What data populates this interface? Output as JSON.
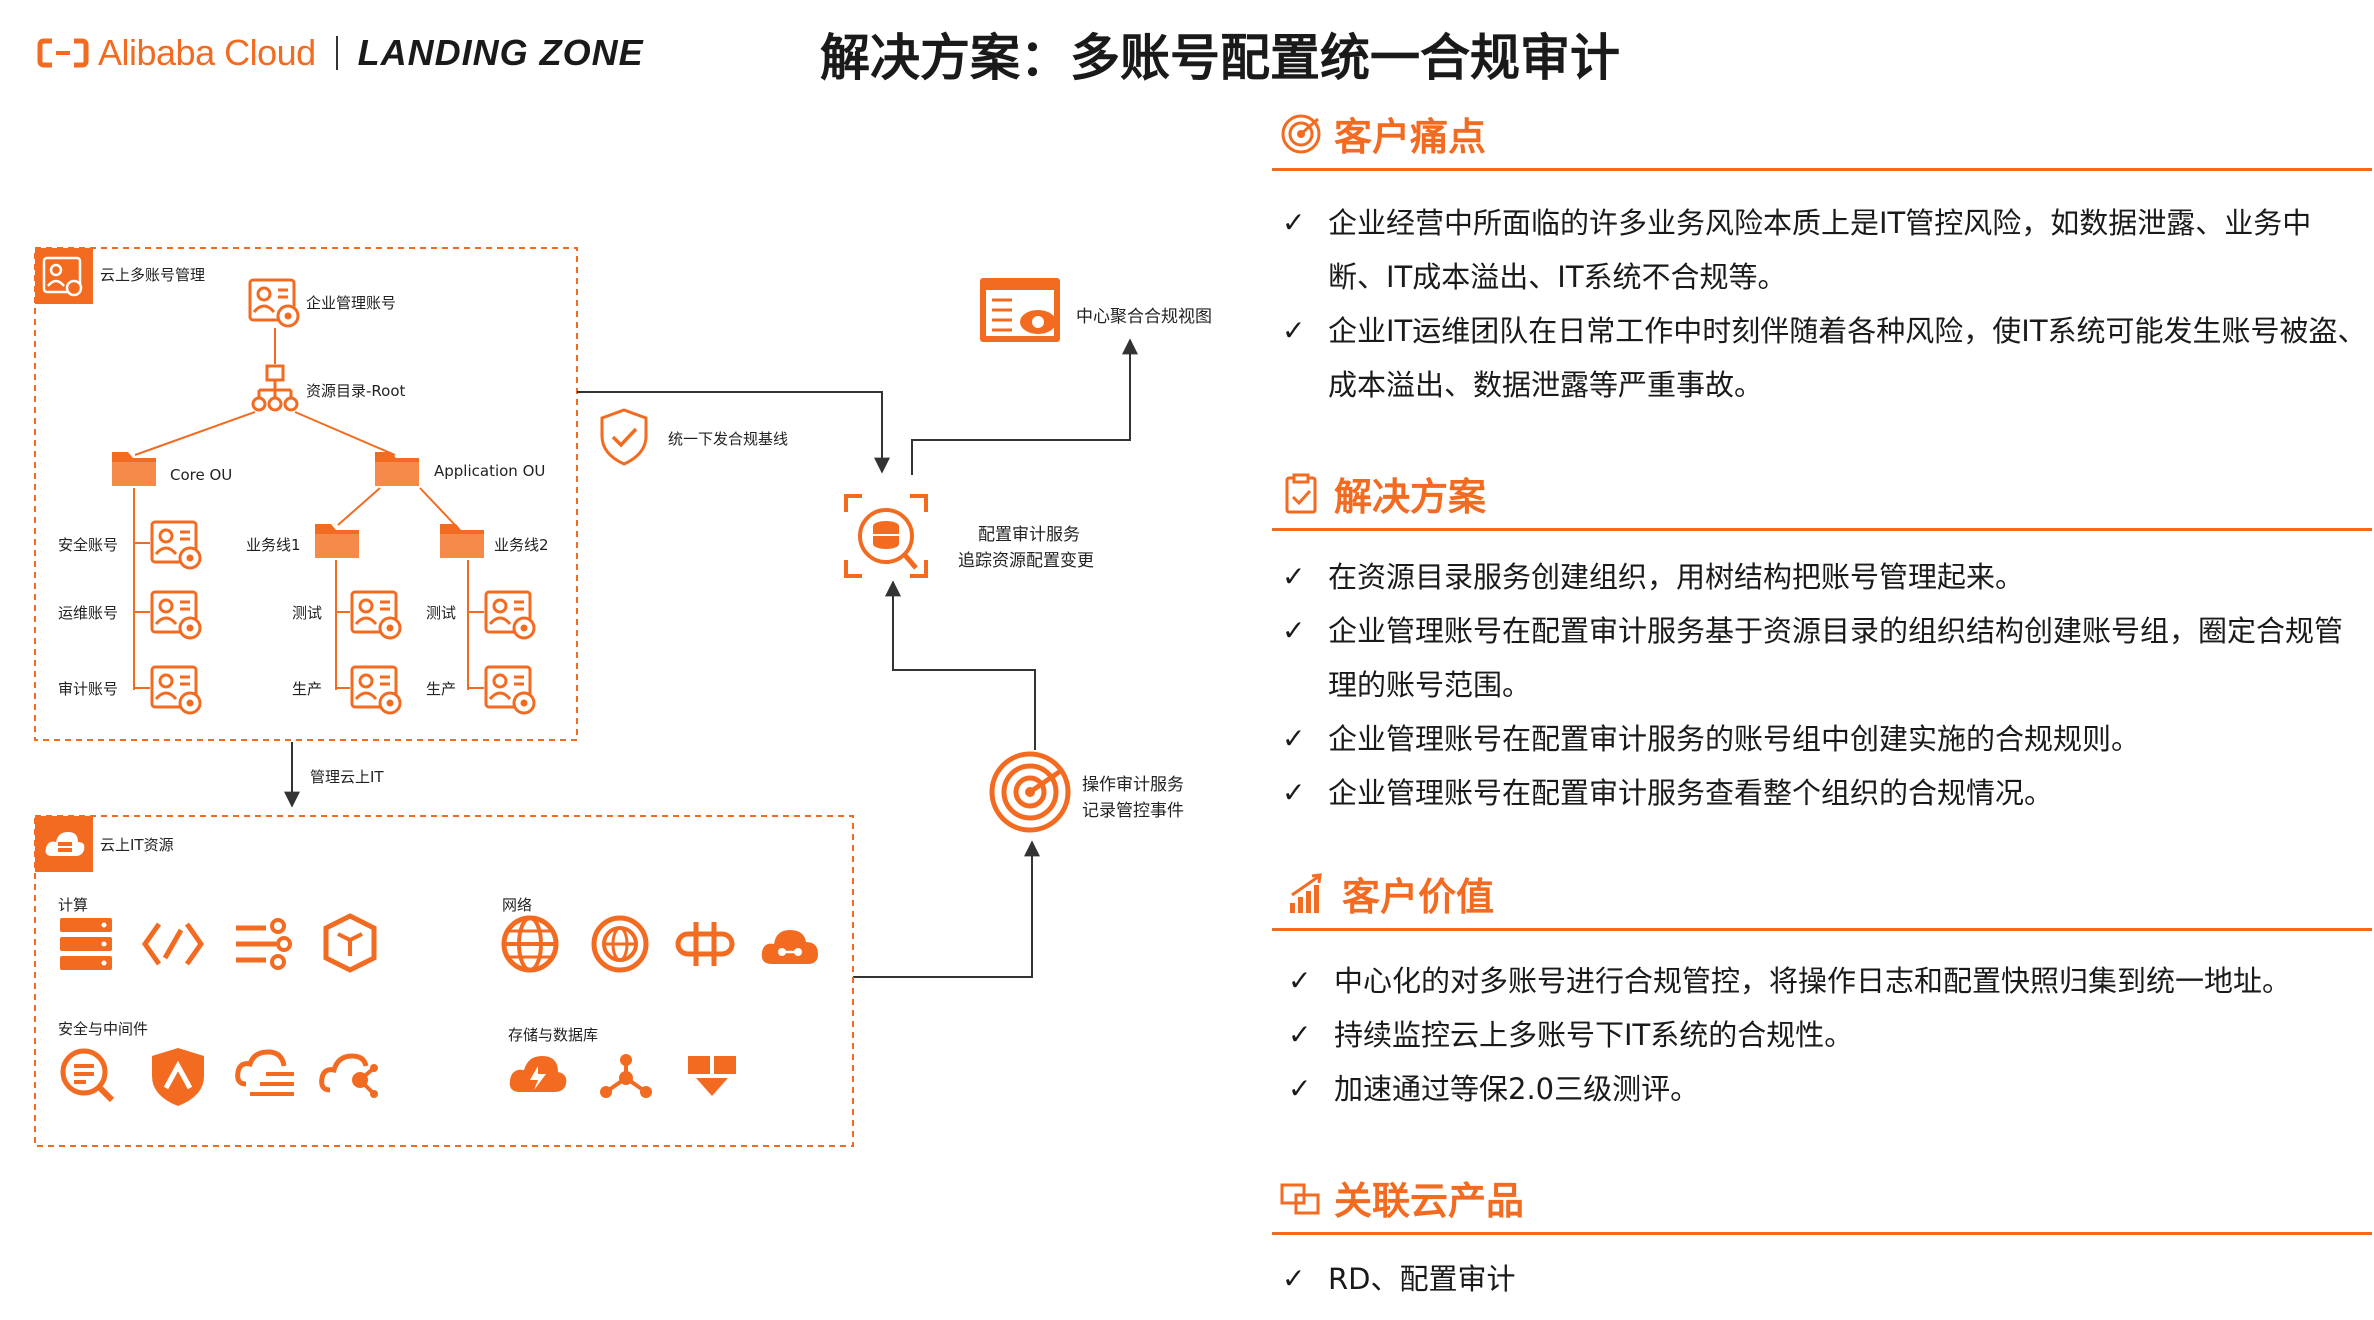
{
  "brand": {
    "alibaba": "Alibaba Cloud",
    "landing_zone": "LANDING ZONE"
  },
  "title": "解决方案：多账号配置统一合规审计",
  "diagram": {
    "multi_account_box": "云上多账号管理",
    "enterprise_account": "企业管理账号",
    "root": "资源目录-Root",
    "core_ou": "Core OU",
    "application_ou": "Application OU",
    "security_account": "安全账号",
    "ops_account": "运维账号",
    "audit_account": "审计账号",
    "biz_line1": "业务线1",
    "biz_line2": "业务线2",
    "test": "测试",
    "prod": "生产",
    "baseline": "统一下发合规基线",
    "central_view": "中心聚合合规视图",
    "config_audit_1": "配置审计服务",
    "config_audit_2": "追踪资源配置变更",
    "action_trail_1": "操作审计服务",
    "action_trail_2": "记录管控事件",
    "manage_it": "管理云上IT",
    "it_resources": "云上IT资源",
    "compute": "计算",
    "network": "网络",
    "security_middleware": "安全与中间件",
    "storage_db": "存储与数据库"
  },
  "sections": [
    {
      "title": "客户痛点",
      "icon": "target-icon",
      "items": [
        "企业经营中所面临的许多业务风险本质上是IT管控风险，如数据泄露、业务中断、IT成本溢出、IT系统不合规等。",
        "企业IT运维团队在日常工作中时刻伴随着各种风险，使IT系统可能发生账号被盗、成本溢出、数据泄露等严重事故。"
      ]
    },
    {
      "title": "解决方案",
      "icon": "clipboard-icon",
      "items": [
        "在资源目录服务创建组织，用树结构把账号管理起来。",
        "企业管理账号在配置审计服务基于资源目录的组织结构创建账号组，圈定合规管理的账号范围。",
        "企业管理账号在配置审计服务的账号组中创建实施的合规规则。",
        "企业管理账号在配置审计服务查看整个组织的合规情况。"
      ]
    },
    {
      "title": "客户价值",
      "icon": "growth-chart-icon",
      "items": [
        "中心化的对多账号进行合规管控，将操作日志和配置快照归集到统一地址。",
        "持续监控云上多账号下IT系统的合规性。",
        "加速通过等保2.0三级测评。"
      ]
    },
    {
      "title": "关联云产品",
      "icon": "linked-windows-icon",
      "items": [
        "RD、配置审计"
      ]
    }
  ],
  "check_mark": "✓",
  "colors": {
    "accent": "#f26b21",
    "text": "#1a1a1a"
  }
}
